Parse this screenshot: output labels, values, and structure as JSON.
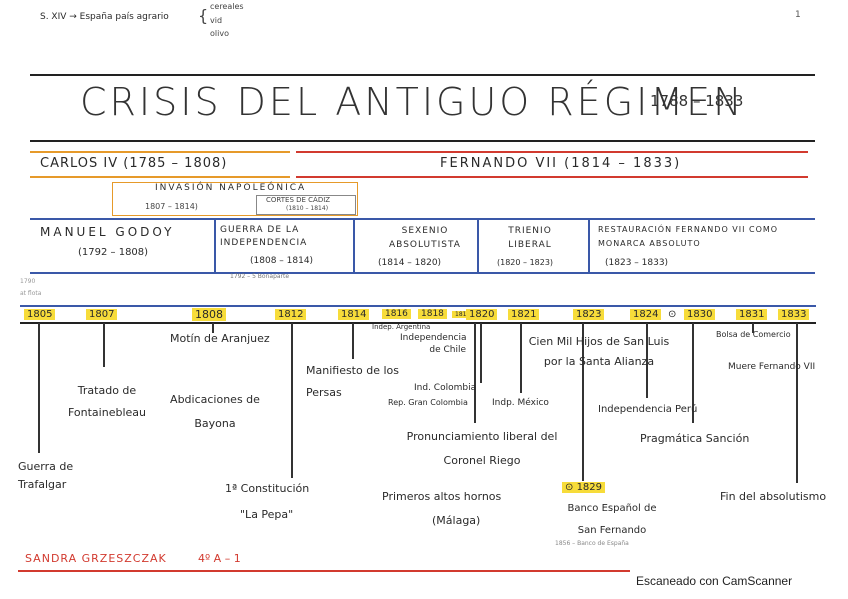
{
  "header_note": {
    "text": "S. XIV → España país agrario",
    "items": [
      "cereales",
      "vid",
      "olivo"
    ],
    "page_number": "1"
  },
  "title": {
    "main": "CRISIS DEL ANTIGUO RÉGIMEN",
    "dates": "1788 – 1833"
  },
  "reigns": {
    "carlos": "CARLOS IV (1785 – 1808)",
    "fernando": "FERNANDO VII (1814 – 1833)"
  },
  "invasion": {
    "title": "INVASIÓN NAPOLEÓNICA",
    "dates": "1807 – 1814)",
    "cortes": "CORTES DE CÁDIZ",
    "cortes_dates": "(1810 – 1814)"
  },
  "periods": [
    {
      "name": "MANUEL GODOY",
      "dates": "(1792 – 1808)"
    },
    {
      "name": "GUERRA DE LA INDEPENDENCIA",
      "dates": "(1808 – 1814)"
    },
    {
      "name": "SEXENIO ABSOLUTISTA",
      "dates": "(1814 – 1820)"
    },
    {
      "name": "TRIENIO LIBERAL",
      "dates": "(1820 – 1823)"
    },
    {
      "name": "RESTAURACIÓN FERNANDO VII COMO MONARCA ABSOLUTO",
      "dates": "(1823 – 1833)"
    }
  ],
  "side_notes": {
    "godoy_note": "1792 – 5 Bonaparte",
    "left_a": "1790",
    "left_b": "at flota"
  },
  "years": [
    "1805",
    "1807",
    "1808",
    "1812",
    "1814",
    "1816",
    "1818",
    "1820",
    "1821",
    "1823",
    "1824",
    "1830",
    "1831",
    "1833"
  ],
  "year_1819": "1819",
  "events": {
    "trafalgar": "Guerra de Trafalgar",
    "fontainebleau": "Tratado de Fontainebleau",
    "aranjuez": "Motín de Aranjuez",
    "bayona": "Abdicaciones de Bayona",
    "constitucion": "1ª Constitución",
    "pepa": "\"La Pepa\"",
    "manifiesto": "Manifiesto de los Persas",
    "argentina": "Indep. Argentina",
    "chile": "Independencia de Chile",
    "colombia": "Ind. Colombia",
    "gran_colombia": "Rep. Gran Colombia",
    "mexico": "Indp. México",
    "pronunciamiento": "Pronunciamiento liberal del Coronel Riego",
    "cien_mil": "Cien Mil Hijos de San Luis por la Santa Alianza",
    "peru": "Independencia Perú",
    "pragmatica": "Pragmática Sanción",
    "bolsa": "Bolsa de Comercio",
    "muere": "Muere Fernando VII",
    "fin": "Fin del absolutismo",
    "altos_hornos": "Primeros altos hornos",
    "malaga": "(Málaga)",
    "year_1829": "1829",
    "banco": "Banco Español de San Fernando",
    "banco_note": "1856 – Banco de España"
  },
  "footer": {
    "author": "SANDRA GRZESZCZAK",
    "group": "4º A – 1",
    "scanner": "Escaneado con CamScanner"
  },
  "colors": {
    "yellow": "#f7dc3a",
    "red": "#d23a2f",
    "blue": "#3a58a8",
    "orange": "#e69a2a"
  }
}
